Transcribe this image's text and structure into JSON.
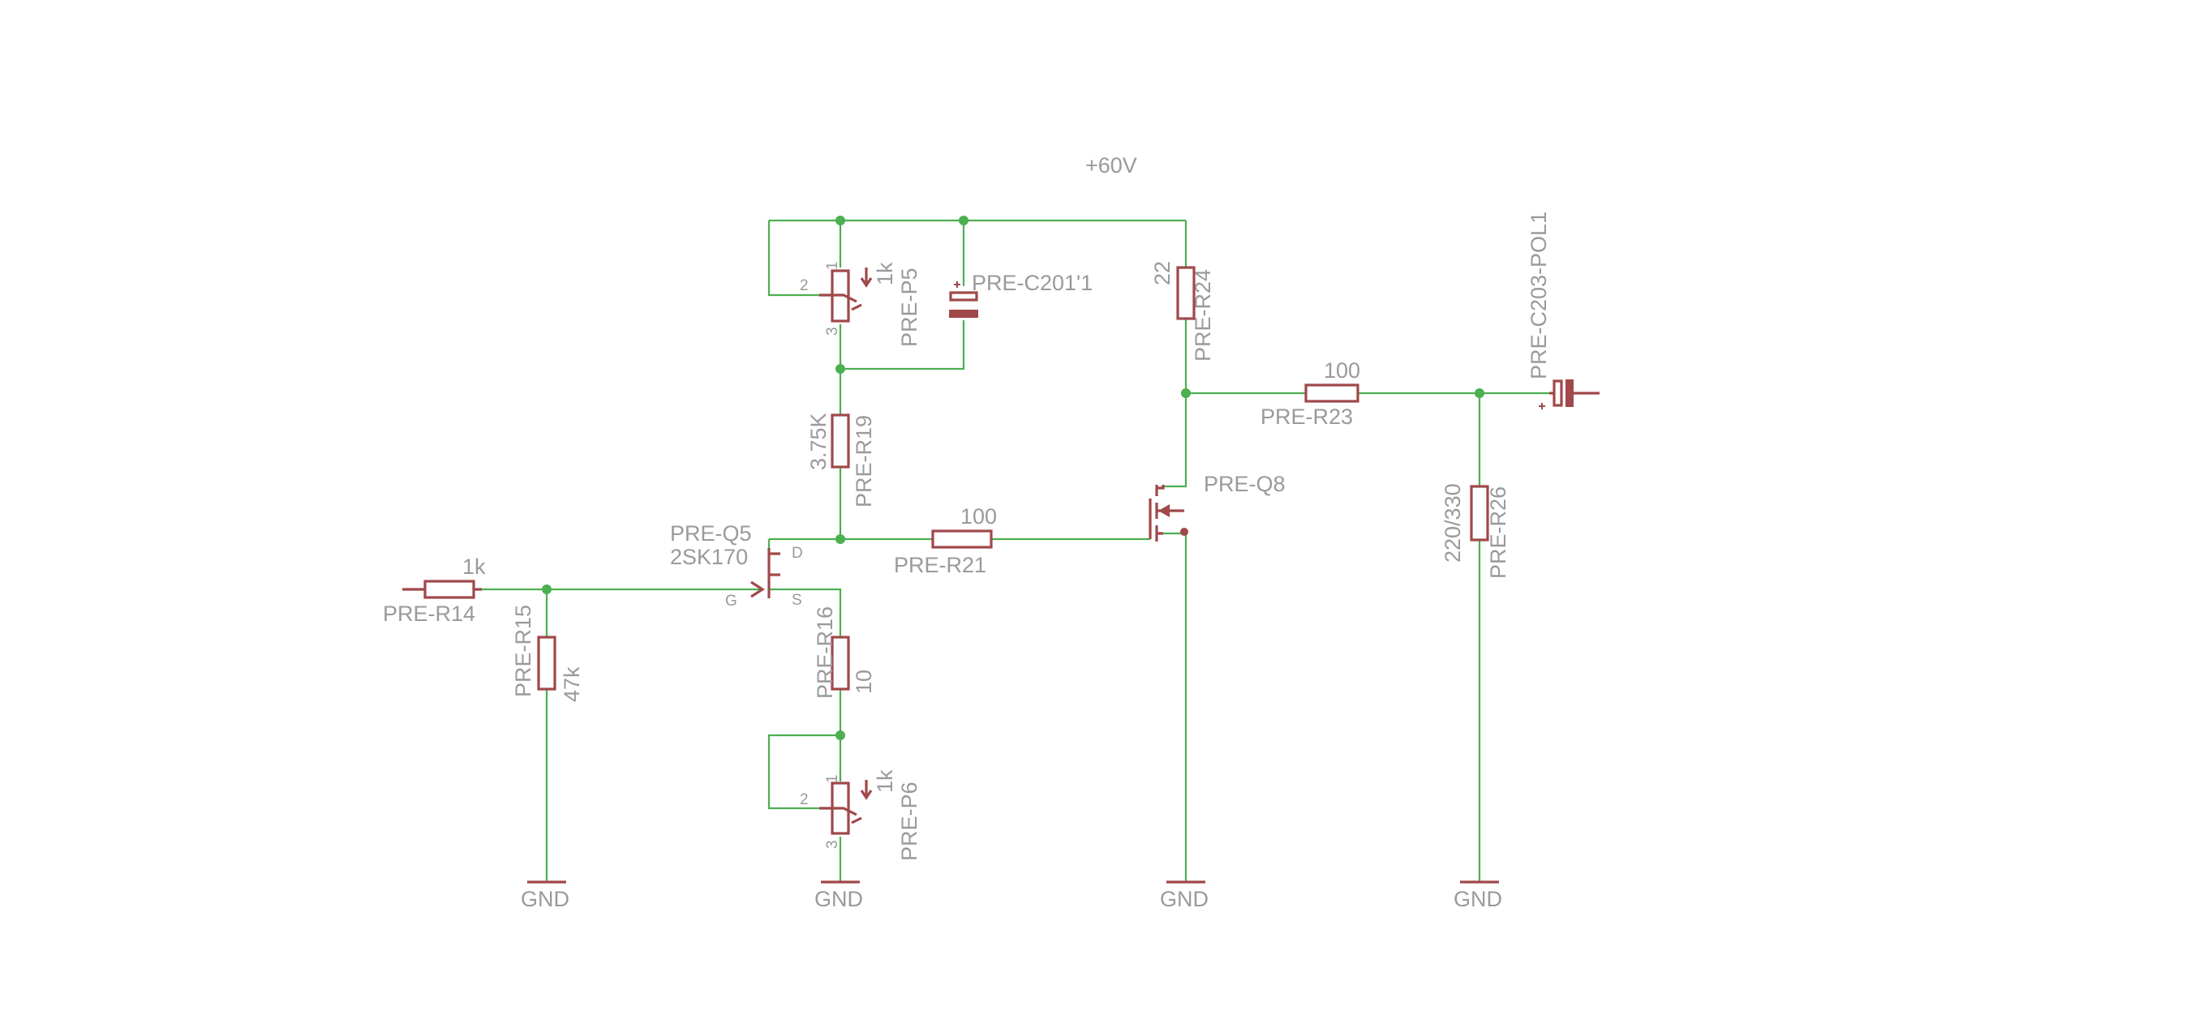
{
  "supply": {
    "label": "+60V"
  },
  "grounds": [
    "GND",
    "GND",
    "GND",
    "GND"
  ],
  "components": {
    "r14": {
      "name": "PRE-R14",
      "value": "1k"
    },
    "r15": {
      "name": "PRE-R15",
      "value": "47k"
    },
    "q5": {
      "name": "PRE-Q5",
      "value": "2SK170",
      "pin_d": "D",
      "pin_g": "G",
      "pin_s": "S"
    },
    "r16": {
      "name": "PRE-R16",
      "value": "10"
    },
    "p6": {
      "name": "PRE-P6",
      "value": "1k",
      "pin1": "1",
      "pin2": "2",
      "pin3": "3"
    },
    "r19": {
      "name": "PRE-R19",
      "value": "3.75K"
    },
    "p5": {
      "name": "PRE-P5",
      "value": "1k",
      "pin1": "1",
      "pin2": "2",
      "pin3": "3"
    },
    "c201": {
      "name": "PRE-C201'1"
    },
    "r21": {
      "name": "PRE-R21",
      "value": "100"
    },
    "q8": {
      "name": "PRE-Q8"
    },
    "r24": {
      "name": "PRE-R24",
      "value": "22"
    },
    "r23": {
      "name": "PRE-R23",
      "value": "100"
    },
    "r26": {
      "name": "PRE-R26",
      "value": "220/330"
    },
    "c203": {
      "name": "PRE-C203-POL1"
    }
  },
  "colors": {
    "wire": "#4caf50",
    "symbol": "#a0484a",
    "label": "#9a9a9a",
    "background": "#ffffff"
  }
}
